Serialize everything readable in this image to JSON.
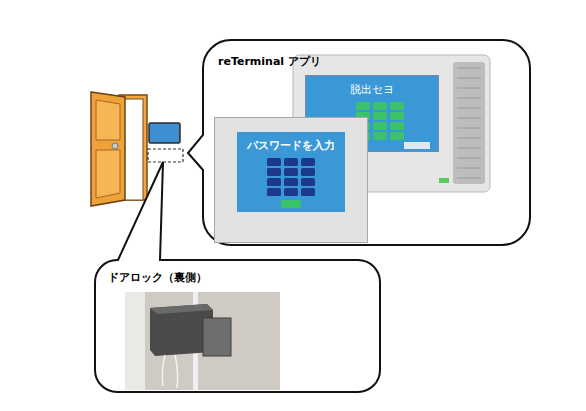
{
  "diagram": {
    "nodes": [
      {
        "text": [
          "reTerminal アプリ"
        ]
      },
      {
        "text": [
          "脱出セヨ"
        ],
        "in": 0
      },
      {
        "text": [
          "パスワードを入力"
        ],
        "in": 0
      },
      {
        "text": [
          "ドアロック（裏側）"
        ]
      }
    ]
  }
}
